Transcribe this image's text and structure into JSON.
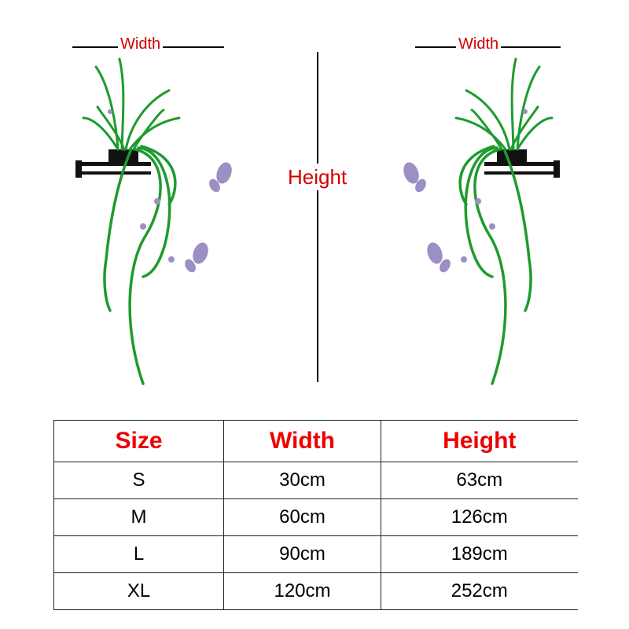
{
  "diagram": {
    "width_label": "Width",
    "height_label": "Height"
  },
  "colors": {
    "label_red": "#d40000",
    "header_red": "#ee0000",
    "leaf_green": "#1e9b2e",
    "butterfly_purple": "#9b8fc4",
    "shelf_black": "#111111"
  },
  "size_table": {
    "headers": [
      "Size",
      "Width",
      "Height"
    ],
    "rows": [
      [
        "S",
        "30cm",
        "63cm"
      ],
      [
        "M",
        "60cm",
        "126cm"
      ],
      [
        "L",
        "90cm",
        "189cm"
      ],
      [
        "XL",
        "120cm",
        "252cm"
      ]
    ]
  }
}
